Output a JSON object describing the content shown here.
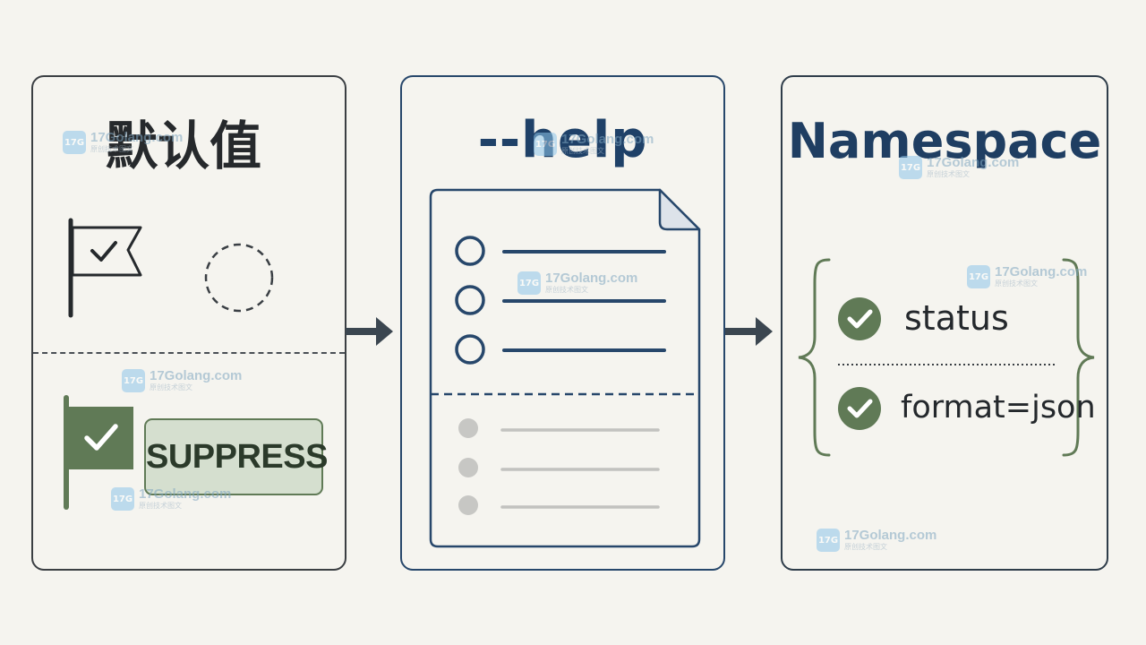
{
  "panels": {
    "defaults": {
      "title": "默认值",
      "suppress_label": "SUPPRESS"
    },
    "help": {
      "title": "--help"
    },
    "namespace": {
      "title": "Namespace",
      "items": [
        {
          "label": "status"
        },
        {
          "label": "format=json"
        }
      ]
    }
  },
  "watermark": {
    "logo_text": "17G",
    "text": "17Golang.com",
    "sub_text": "原创技术图文"
  },
  "colors": {
    "background": "#f5f4ef",
    "navy": "#27476b",
    "green": "#607a56",
    "dark": "#3a3f44"
  },
  "icons": [
    "flag-checked-outline-icon",
    "dashed-circle-icon",
    "flag-checked-filled-icon",
    "document-icon",
    "check-circle-icon",
    "arrow-right-icon",
    "curly-brace-icon"
  ]
}
